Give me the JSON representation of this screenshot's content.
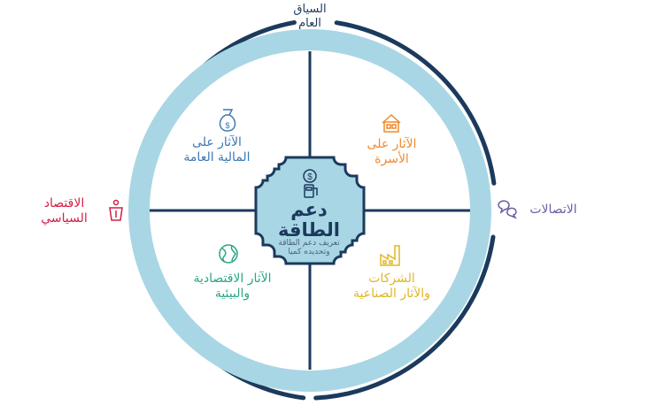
{
  "diagram": {
    "center": {
      "title_lines": [
        "دعم",
        "الطاقة"
      ],
      "subtitle_lines": [
        "تعريف دعم الطاقة",
        "وتحديده كميا"
      ],
      "icon": "dollar-fuel-pump-icon"
    },
    "outer_labels": {
      "top": {
        "lines": [
          "السياق",
          "العام"
        ]
      },
      "left": {
        "lines": [
          "الاقتصاد",
          "السياسي"
        ],
        "icon": "podium-icon"
      },
      "right": {
        "lines": [
          "الاتصالات"
        ],
        "icon": "chat-bubbles-icon"
      }
    },
    "quadrants": {
      "top_right": {
        "lines": [
          "الآثار على",
          "الأسرة"
        ],
        "icon": "house-icon"
      },
      "top_left": {
        "lines": [
          "الآثار على",
          "المالية العامة"
        ],
        "icon": "money-bag-icon"
      },
      "bottom_left": {
        "lines": [
          "الآثار الاقتصادية",
          "والبيئية"
        ],
        "icon": "globe-icon"
      },
      "bottom_right": {
        "lines": [
          "الشركات",
          "والآثار الصناعية"
        ],
        "icon": "factory-icon"
      }
    },
    "colors": {
      "navy": "#1b3a5c",
      "ring": "#a9d6e5",
      "household": "#f08a2b",
      "fiscal": "#3c78b5",
      "economic": "#2aa585",
      "industry": "#e0b627",
      "political": "#d41e45",
      "communications": "#6b5ca5"
    }
  }
}
